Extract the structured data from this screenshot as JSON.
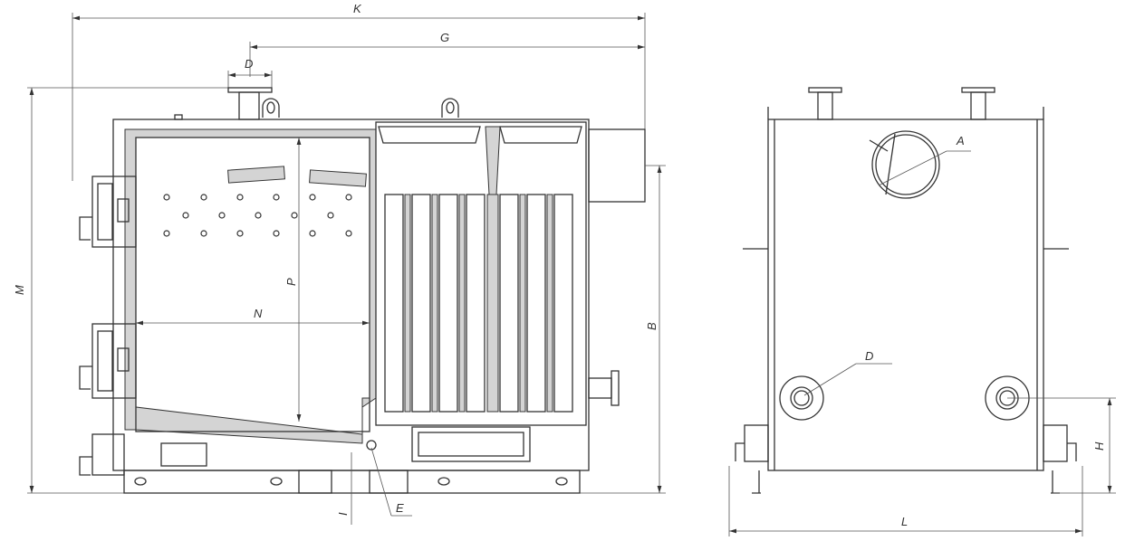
{
  "title": "Boiler dimensional drawing",
  "front_view": {
    "labels": {
      "K": "K",
      "G": "G",
      "D": "D",
      "M": "M",
      "P": "P",
      "N": "N",
      "B": "B",
      "I": "I",
      "E": "E"
    }
  },
  "side_view": {
    "labels": {
      "A": "A",
      "D": "D",
      "H": "H",
      "L": "L"
    }
  }
}
